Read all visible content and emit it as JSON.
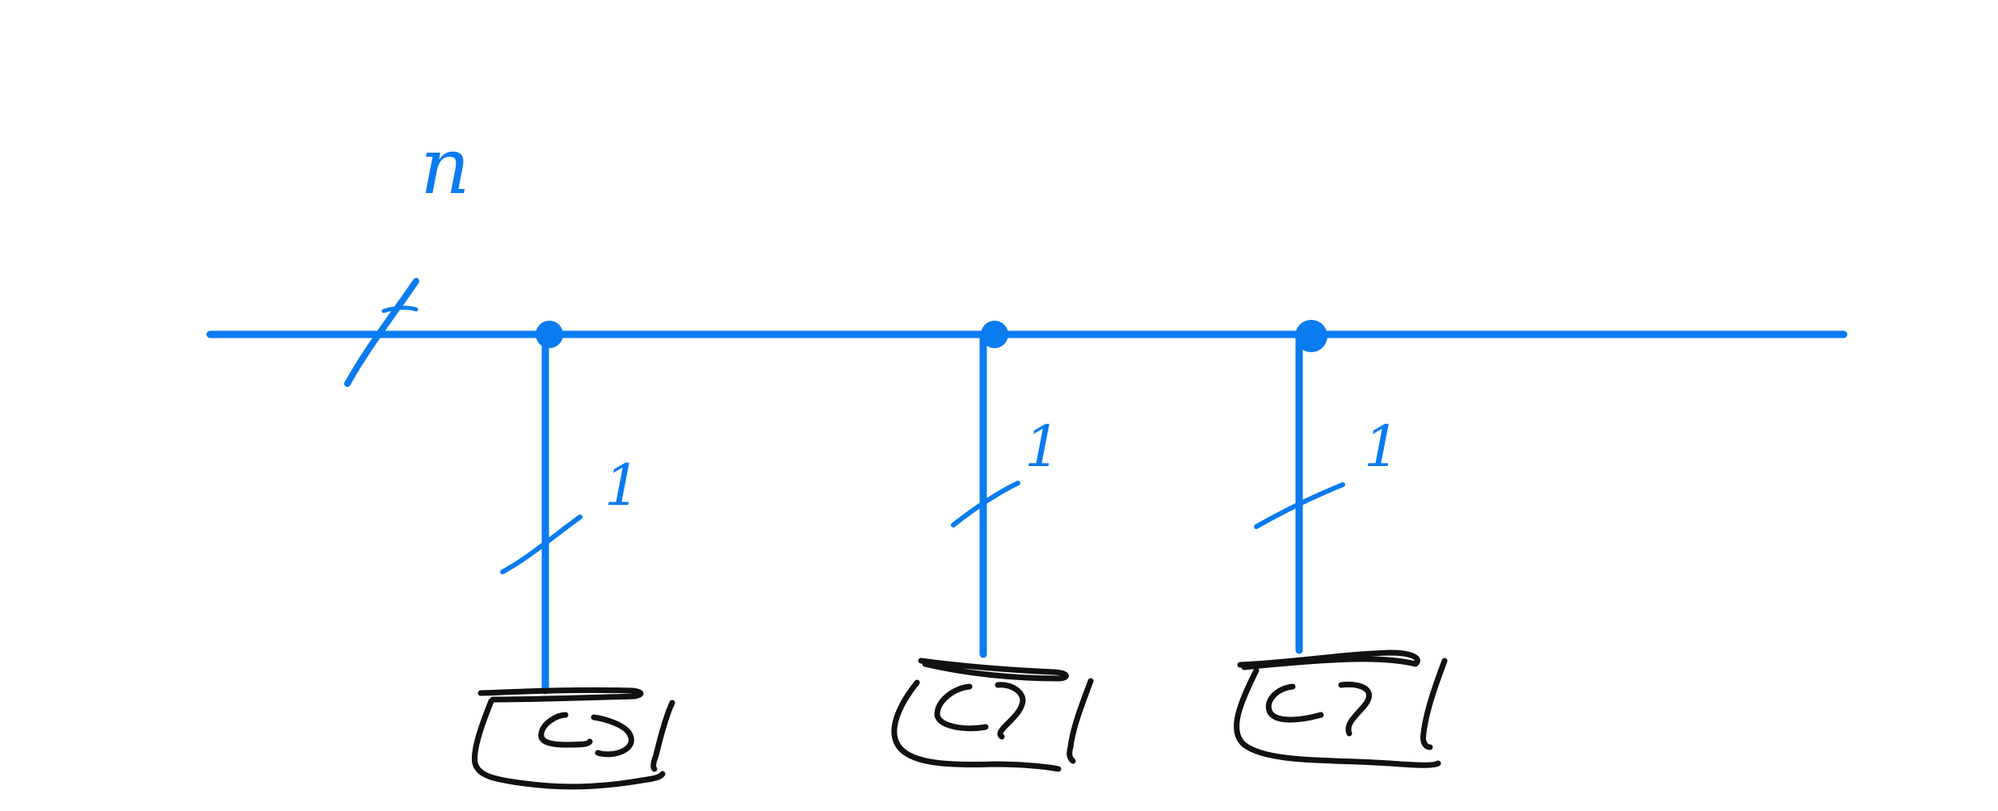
{
  "diagram": {
    "type": "quantum-circuit-sketch",
    "register": {
      "width_label": "n"
    },
    "measurements": [
      {
        "id": "m1",
        "width_label": "1"
      },
      {
        "id": "m2",
        "width_label": "1"
      },
      {
        "id": "m3",
        "width_label": "1"
      }
    ],
    "colors": {
      "wire": "#0a7bf0",
      "detector": "#111111",
      "background": "#ffffff"
    }
  }
}
